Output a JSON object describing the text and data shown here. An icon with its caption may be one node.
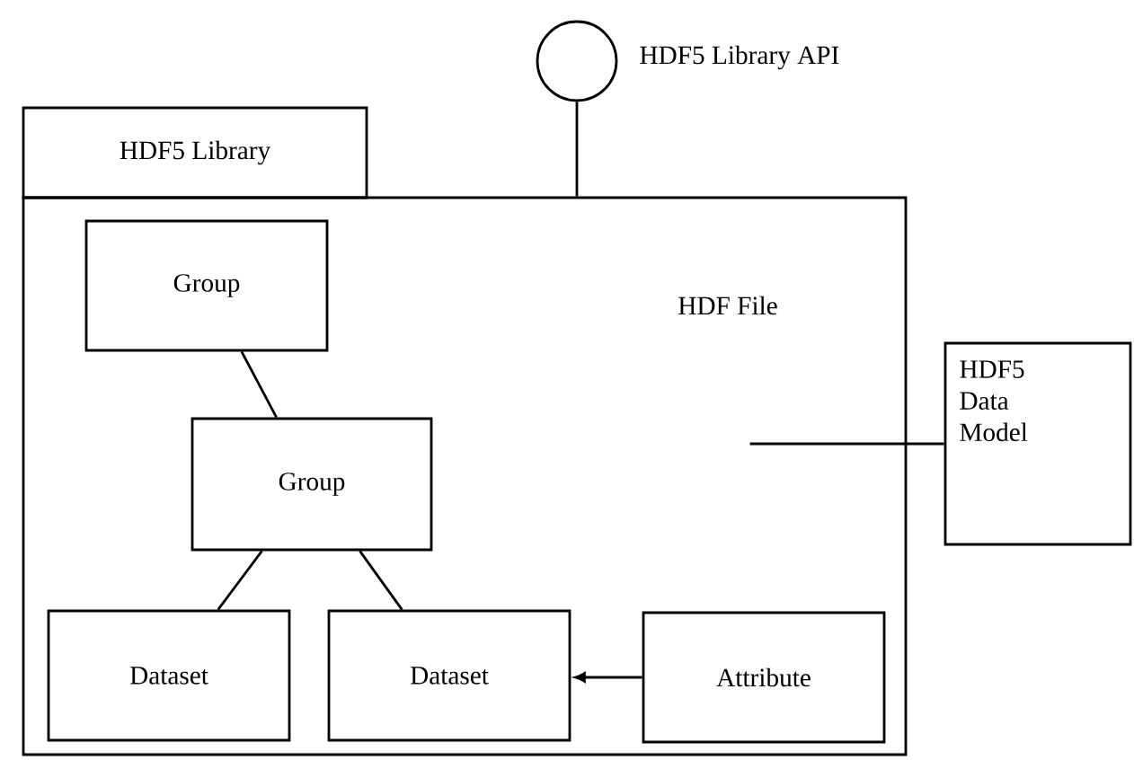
{
  "diagram": {
    "nodes": [
      {
        "text": [],
        "shape": "circle",
        "beside": [
          "HDF5 Library API"
        ]
      },
      {
        "text": [
          "HDF5 Library"
        ]
      },
      {
        "text": [
          "HDF File"
        ]
      },
      {
        "text": [
          "Group"
        ],
        "in": 2
      },
      {
        "text": [
          "Group"
        ],
        "in": 2
      },
      {
        "text": [
          "Dataset"
        ],
        "in": 2
      },
      {
        "text": [
          "Dataset"
        ],
        "in": 2
      },
      {
        "text": [
          "Attribute"
        ],
        "in": 2
      },
      {
        "text": [
          "HDF5 Data Model"
        ]
      }
    ],
    "edges": [
      {
        "from": 0,
        "to": 2,
        "arrow": "none"
      },
      {
        "from": 3,
        "to": 4,
        "arrow": "none"
      },
      {
        "from": 4,
        "to": 5,
        "arrow": "none"
      },
      {
        "from": 4,
        "to": 6,
        "arrow": "none"
      },
      {
        "from": 7,
        "to": 6,
        "arrow": "to"
      },
      {
        "from": 8,
        "to": null,
        "arrow": "none"
      }
    ]
  }
}
